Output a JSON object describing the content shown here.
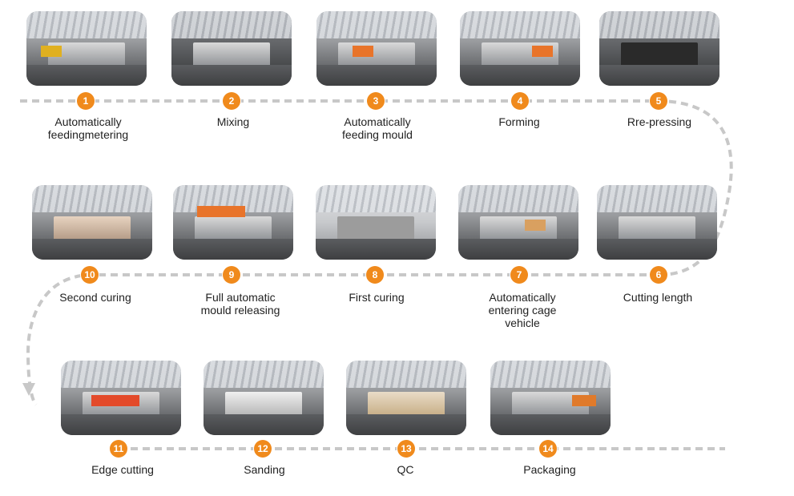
{
  "steps": [
    {
      "number": "1",
      "label": "Automatically\nfeedingmetering"
    },
    {
      "number": "2",
      "label": "Mixing"
    },
    {
      "number": "3",
      "label": "Automatically\nfeeding mould"
    },
    {
      "number": "4",
      "label": "Forming"
    },
    {
      "number": "5",
      "label": "Rre-pressing"
    },
    {
      "number": "6",
      "label": "Cutting length"
    },
    {
      "number": "7",
      "label": "Automatically\nentering cage\nvehicle"
    },
    {
      "number": "8",
      "label": "First curing"
    },
    {
      "number": "9",
      "label": "Full automatic\nmould releasing"
    },
    {
      "number": "10",
      "label": "Second curing"
    },
    {
      "number": "11",
      "label": "Edge cutting"
    },
    {
      "number": "12",
      "label": "Sanding"
    },
    {
      "number": "13",
      "label": "QC"
    },
    {
      "number": "14",
      "label": "Packaging"
    }
  ],
  "colors": {
    "badge": "#f08a1c",
    "path": "#c8c8c8",
    "text": "#222222"
  }
}
